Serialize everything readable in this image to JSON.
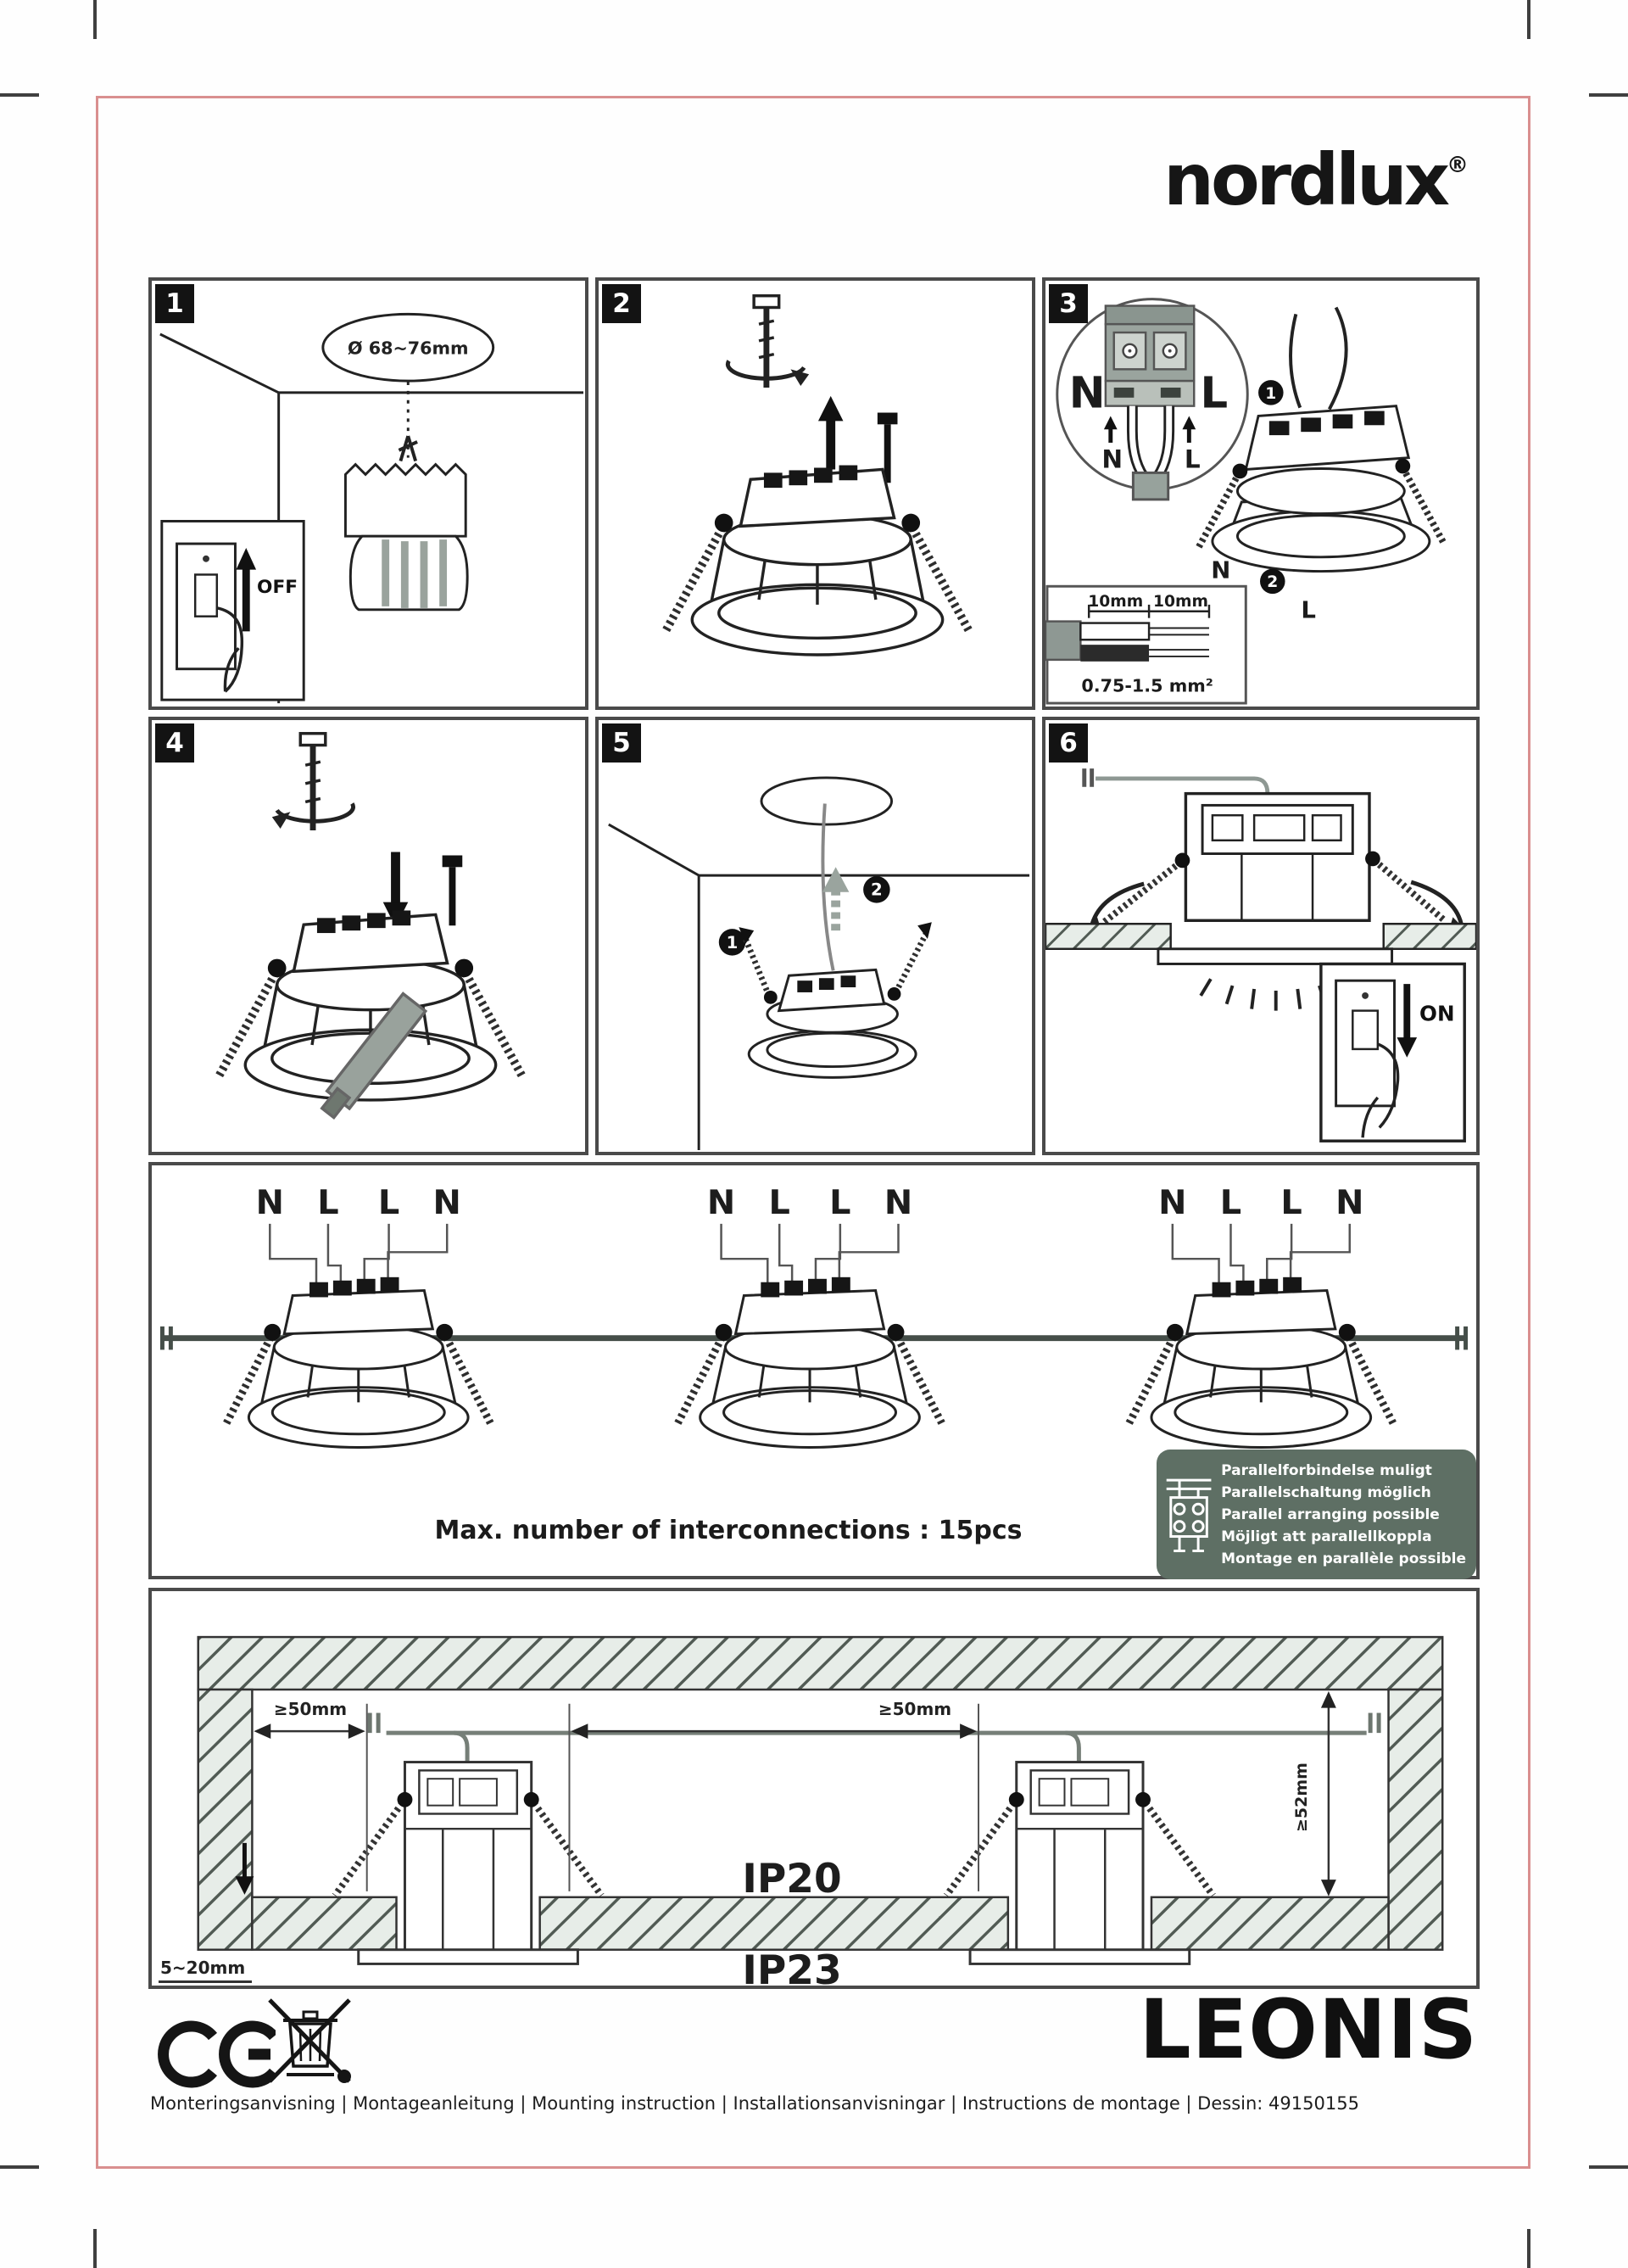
{
  "page": {
    "brand": "nordlux",
    "registered_mark": "®",
    "product_name": "LEONIS",
    "footer_line": "Monteringsanvisning | Montageanleitung | Mounting instruction | Installationsanvisningar | Instructions de montage | Dessin: 49150155",
    "icons": {
      "ce": "ce-conformity-mark",
      "weee": "crossed-out-wheelie-bin"
    },
    "colors": {
      "frame_border": "#d98f8f",
      "panel_border": "#4a4a4a",
      "note_box_bg": "#5e6f64",
      "metal_gray": "#97a29c",
      "ink": "#222222"
    }
  },
  "steps": {
    "s1": {
      "num": "1",
      "hole_diameter": "Ø 68~76mm",
      "switch_label": "OFF"
    },
    "s2": {
      "num": "2"
    },
    "s3": {
      "num": "3",
      "terminal_n": "N",
      "terminal_l": "L",
      "wire_n": "N",
      "wire_l": "L",
      "bullet_1": "1",
      "bullet_2": "2",
      "fixture_n": "N",
      "fixture_l": "L",
      "strip_len_1": "10mm",
      "strip_len_2": "10mm",
      "wire_gauge": "0.75-1.5 mm²"
    },
    "s4": {
      "num": "4"
    },
    "s5": {
      "num": "5",
      "bullet_1": "1",
      "bullet_2": "2"
    },
    "s6": {
      "num": "6",
      "switch_label": "ON"
    }
  },
  "interconnect": {
    "terminal_labels": [
      "N",
      "L",
      "L",
      "N"
    ],
    "caption": "Max. number of interconnections : 15pcs",
    "notes": [
      "Parallelforbindelse muligt",
      "Parallelschaltung möglich",
      "Parallel arranging possible",
      "Möjligt att parallellkoppla",
      "Montage en parallèle possible"
    ]
  },
  "dimensions": {
    "side_clearance": "≥50mm",
    "center_clearance": "≥50mm",
    "recess_depth": "≥52mm",
    "ceiling_thickness": "5~20mm",
    "ip_recessed": "IP20",
    "ip_surface": "IP23"
  }
}
